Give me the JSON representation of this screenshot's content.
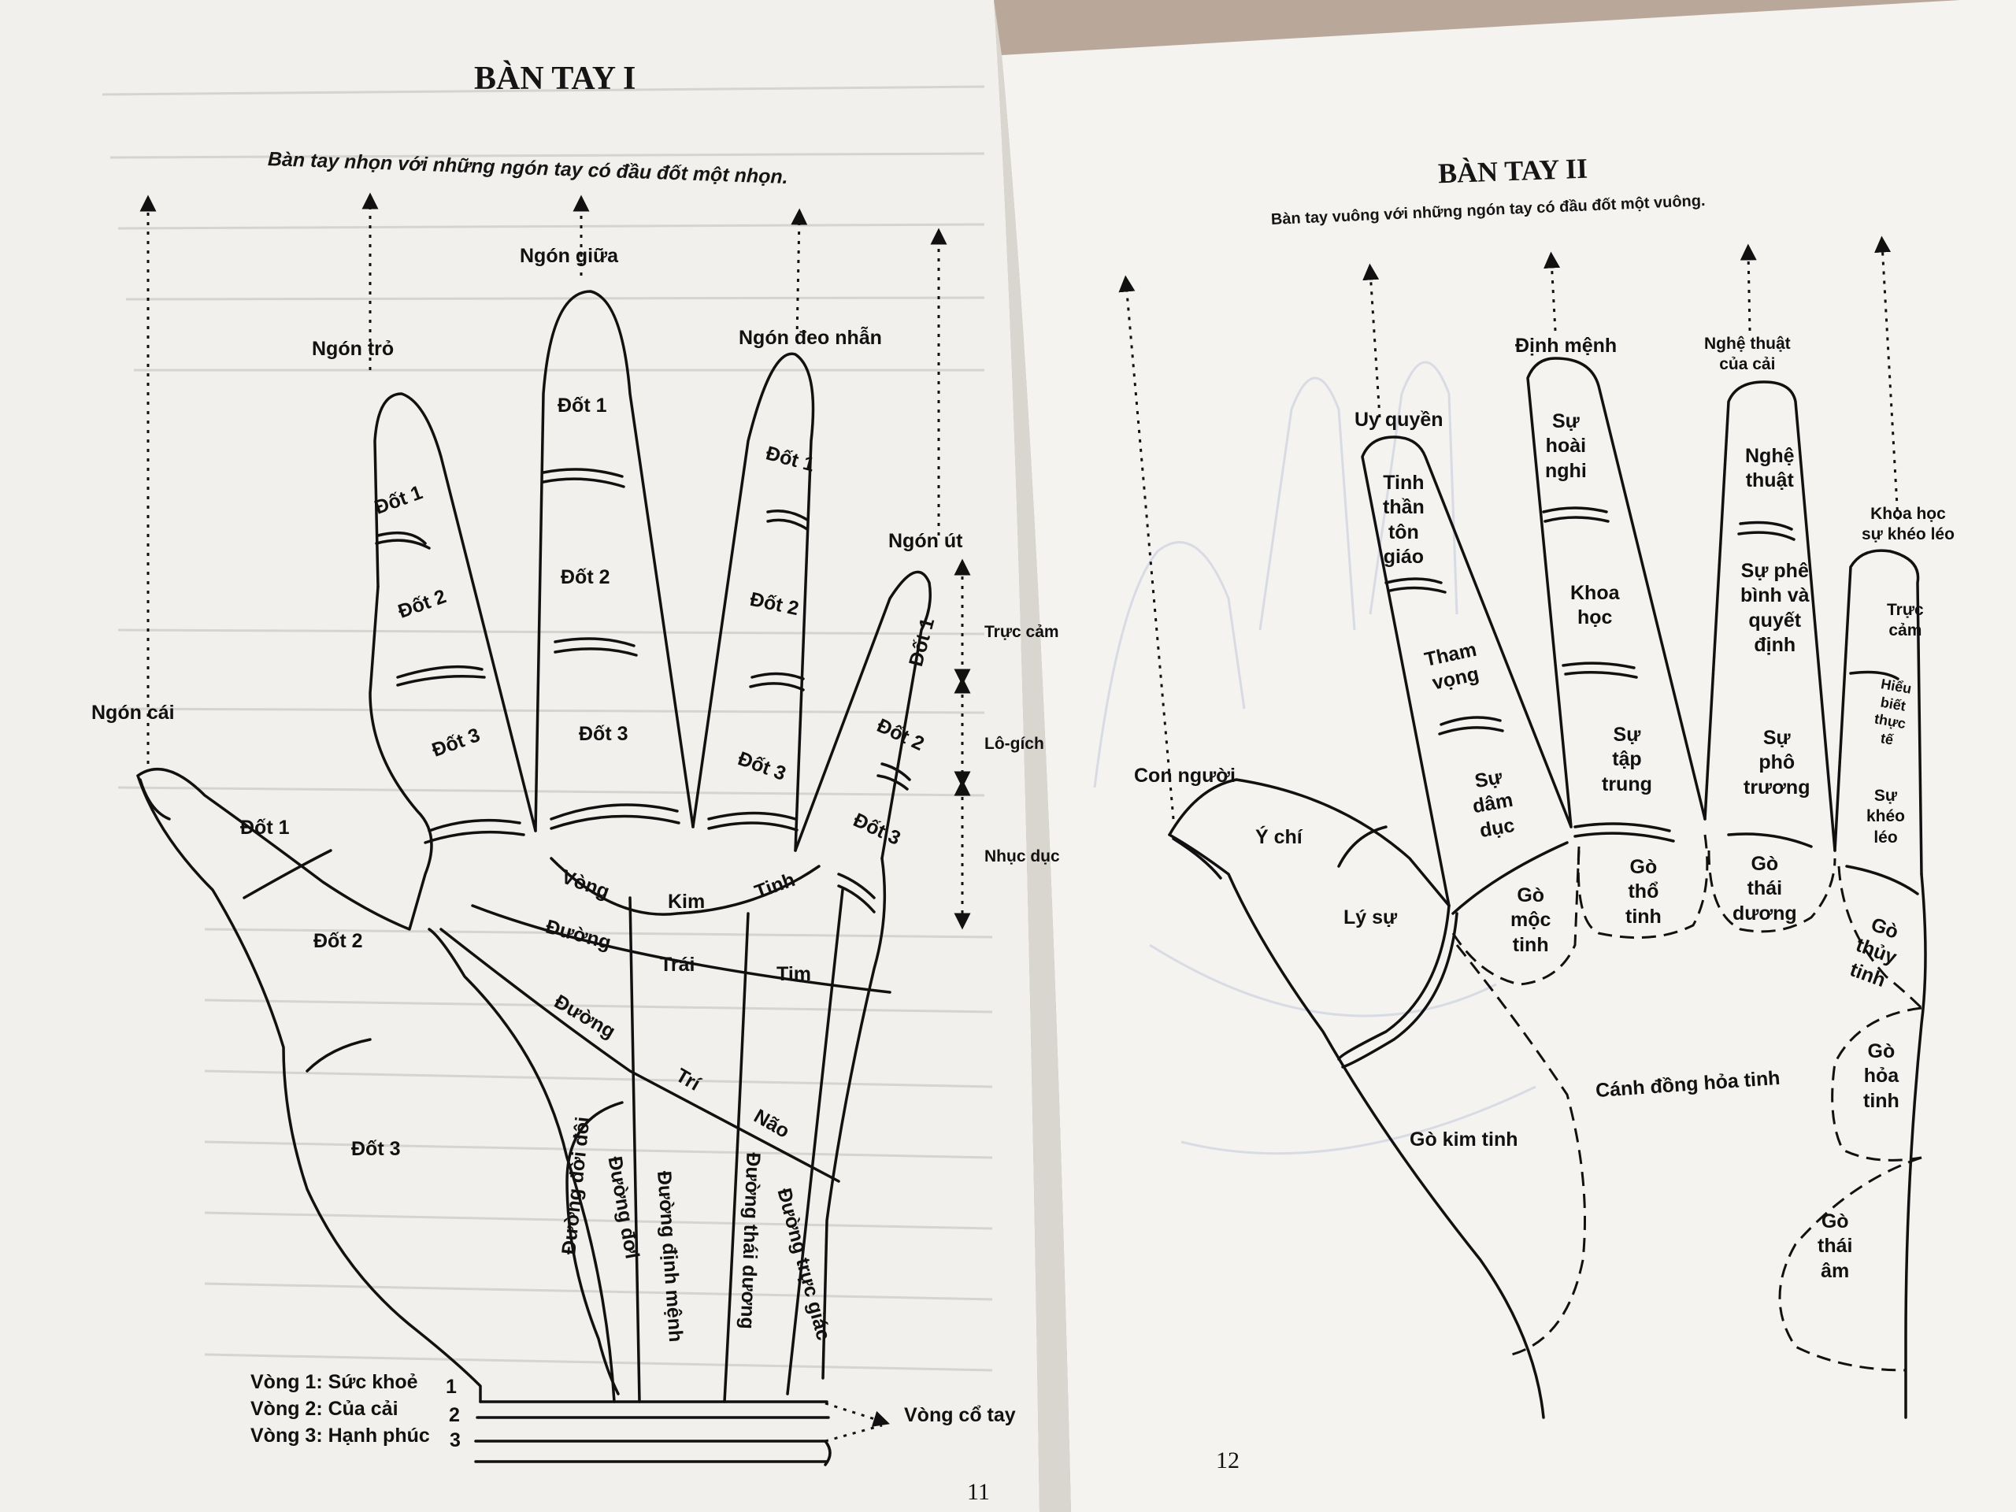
{
  "left_page": {
    "title": "BÀN TAY I",
    "subtitle": "Bàn tay nhọn với những ngón tay có đầu đốt một nhọn.",
    "page_number": "11",
    "fingers": {
      "thumb": "Ngón cái",
      "index": "Ngón trỏ",
      "middle": "Ngón giữa",
      "ring": "Ngón đeo nhẫn",
      "little": "Ngón út"
    },
    "joints": {
      "dot1": "Đốt 1",
      "dot2": "Đốt 2",
      "dot3": "Đốt 3"
    },
    "side_labels": {
      "truc_cam": "Trực cảm",
      "lo_gich": "Lô-gích",
      "nhuc_duc": "Nhục dục"
    },
    "lines": {
      "vong": "Vòng",
      "kim": "Kim",
      "tinh": "Tinh",
      "duong": "Đường",
      "trai": "Trái",
      "tim": "Tim",
      "tri": "Trí",
      "nao": "Não",
      "duong_doi_doi": "Đường đời đôi",
      "duong_doi": "Đường đời",
      "duong_dinh_menh": "Đường định mệnh",
      "duong_thai_duong": "Đường thái dương",
      "duong_truc_giac": "Đường trực giác"
    },
    "wrist": {
      "ring1": "Vòng 1: Sức khoẻ",
      "ring2": "Vòng 2: Của cải",
      "ring3": "Vòng 3: Hạnh phúc",
      "n1": "1",
      "n2": "2",
      "n3": "3",
      "bracelet": "Vòng cổ tay"
    }
  },
  "right_page": {
    "title": "BÀN TAY II",
    "subtitle": "Bàn tay vuông với những ngón tay có đầu đốt một vuông.",
    "page_number": "12",
    "top_labels": {
      "con_nguoi": "Con người",
      "uy_quyen": "Uy quyền",
      "dinh_menh": "Định mệnh",
      "nghe_thuat_cua_cai": "Nghệ thuật\ncủa cải",
      "khoa_hoc_su_kheo_leo": "Khoa học\nsự khéo léo"
    },
    "finger_labels": {
      "tinh_than_ton_giao": "Tinh\nthần\ntôn\ngiáo",
      "tham_vong": "Tham\nvọng",
      "su_dam_duc": "Sự\ndâm\ndục",
      "su_hoai_nghi": "Sự\nhoài\nnghi",
      "khoa_hoc": "Khoa\nhọc",
      "su_tap_trung": "Sự\ntập\ntrung",
      "nghe_thuat": "Nghệ\nthuật",
      "su_phe_binh": "Sự phê\nbình và\nquyết\nđịnh",
      "su_pho_truong": "Sự\nphô\ntrương",
      "truc_cam": "Trực\ncảm",
      "hieu_biet_thuc_te": "Hiểu\nbiết\nthực\ntế",
      "su_kheo_leo": "Sự\nkhéo\nléo",
      "y_chi": "Ý chí",
      "ly_su": "Lý sự"
    },
    "mounts": {
      "go_moc_tinh": "Gò\nmộc\ntinh",
      "go_tho_tinh": "Gò\nthổ\ntinh",
      "go_thai_duong": "Gò\nthái\ndương",
      "go_thuy_tinh": "Gò\nthủy\ntinh",
      "go_hoa_tinh": "Gò\nhỏa\ntinh",
      "canh_dong_hoa_tinh": "Cánh đồng hỏa tinh",
      "go_kim_tinh": "Gò kim tinh",
      "go_thai_am": "Gò\nthái\nâm"
    }
  }
}
